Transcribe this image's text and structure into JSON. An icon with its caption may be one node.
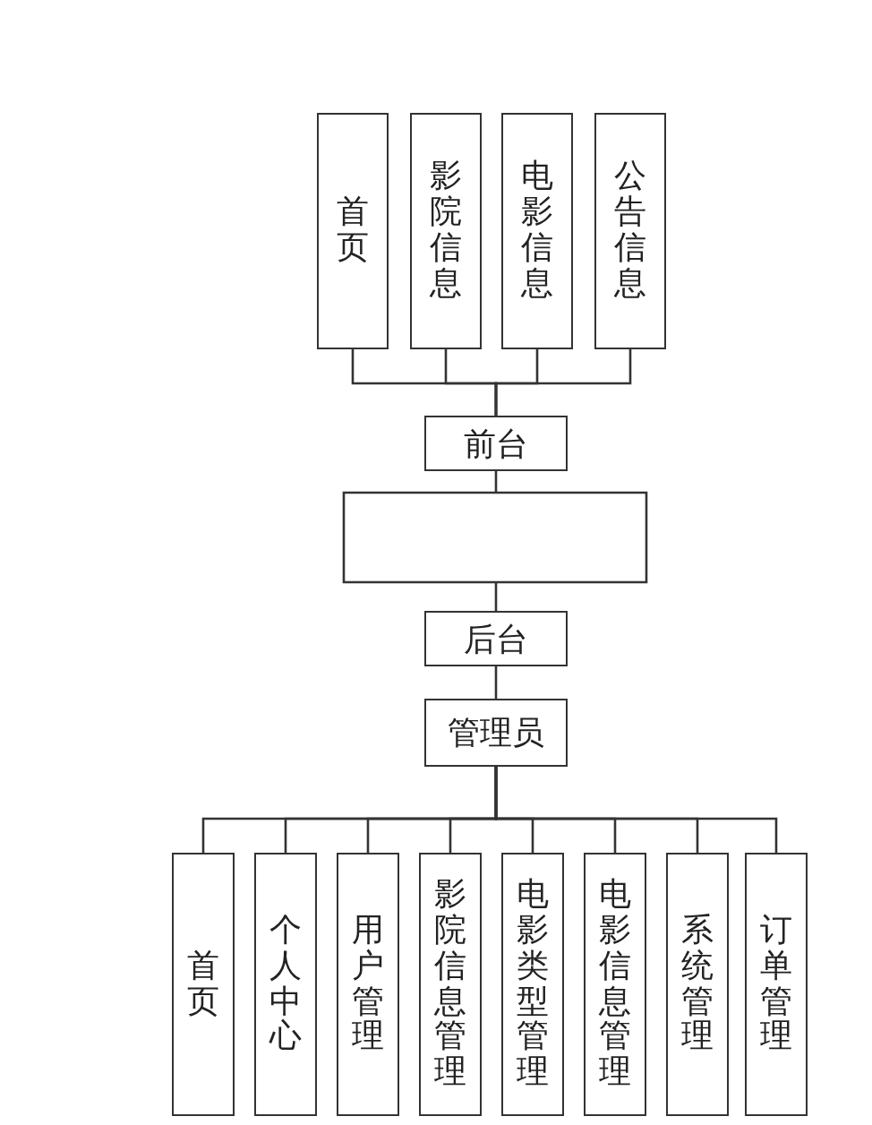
{
  "diagram": {
    "nodes": [
      {
        "text": [
          "首页"
        ]
      },
      {
        "text": [
          "影院信息"
        ]
      },
      {
        "text": [
          "电影信息"
        ]
      },
      {
        "text": [
          "公告信息"
        ]
      },
      {
        "text": [
          "前台"
        ]
      },
      {
        "text": [
          "后台"
        ]
      },
      {
        "text": [
          "管理员"
        ]
      },
      {
        "text": [
          "首页"
        ]
      },
      {
        "text": [
          "个人中心"
        ]
      },
      {
        "text": [
          "用户管理"
        ]
      },
      {
        "text": [
          "影院信息管理"
        ]
      },
      {
        "text": [
          "电影类型管理"
        ]
      },
      {
        "text": [
          "电影信息管理"
        ]
      },
      {
        "text": [
          "系统管理"
        ]
      },
      {
        "text": [
          "订单管理"
        ]
      }
    ],
    "edges": [
      {
        "from": 4,
        "to": 0,
        "arrow": "none"
      },
      {
        "from": 4,
        "to": 1,
        "arrow": "none"
      },
      {
        "from": 4,
        "to": 2,
        "arrow": "none"
      },
      {
        "from": 4,
        "to": 3,
        "arrow": "none"
      },
      {
        "from": 4,
        "to": 5,
        "arrow": "none"
      },
      {
        "from": 5,
        "to": 6,
        "arrow": "none"
      },
      {
        "from": 6,
        "to": 7,
        "arrow": "none"
      },
      {
        "from": 6,
        "to": 8,
        "arrow": "none"
      },
      {
        "from": 6,
        "to": 9,
        "arrow": "none"
      },
      {
        "from": 6,
        "to": 10,
        "arrow": "none"
      },
      {
        "from": 6,
        "to": 11,
        "arrow": "none"
      },
      {
        "from": 6,
        "to": 12,
        "arrow": "none"
      },
      {
        "from": 6,
        "to": 13,
        "arrow": "none"
      },
      {
        "from": 6,
        "to": 14,
        "arrow": "none"
      }
    ]
  }
}
